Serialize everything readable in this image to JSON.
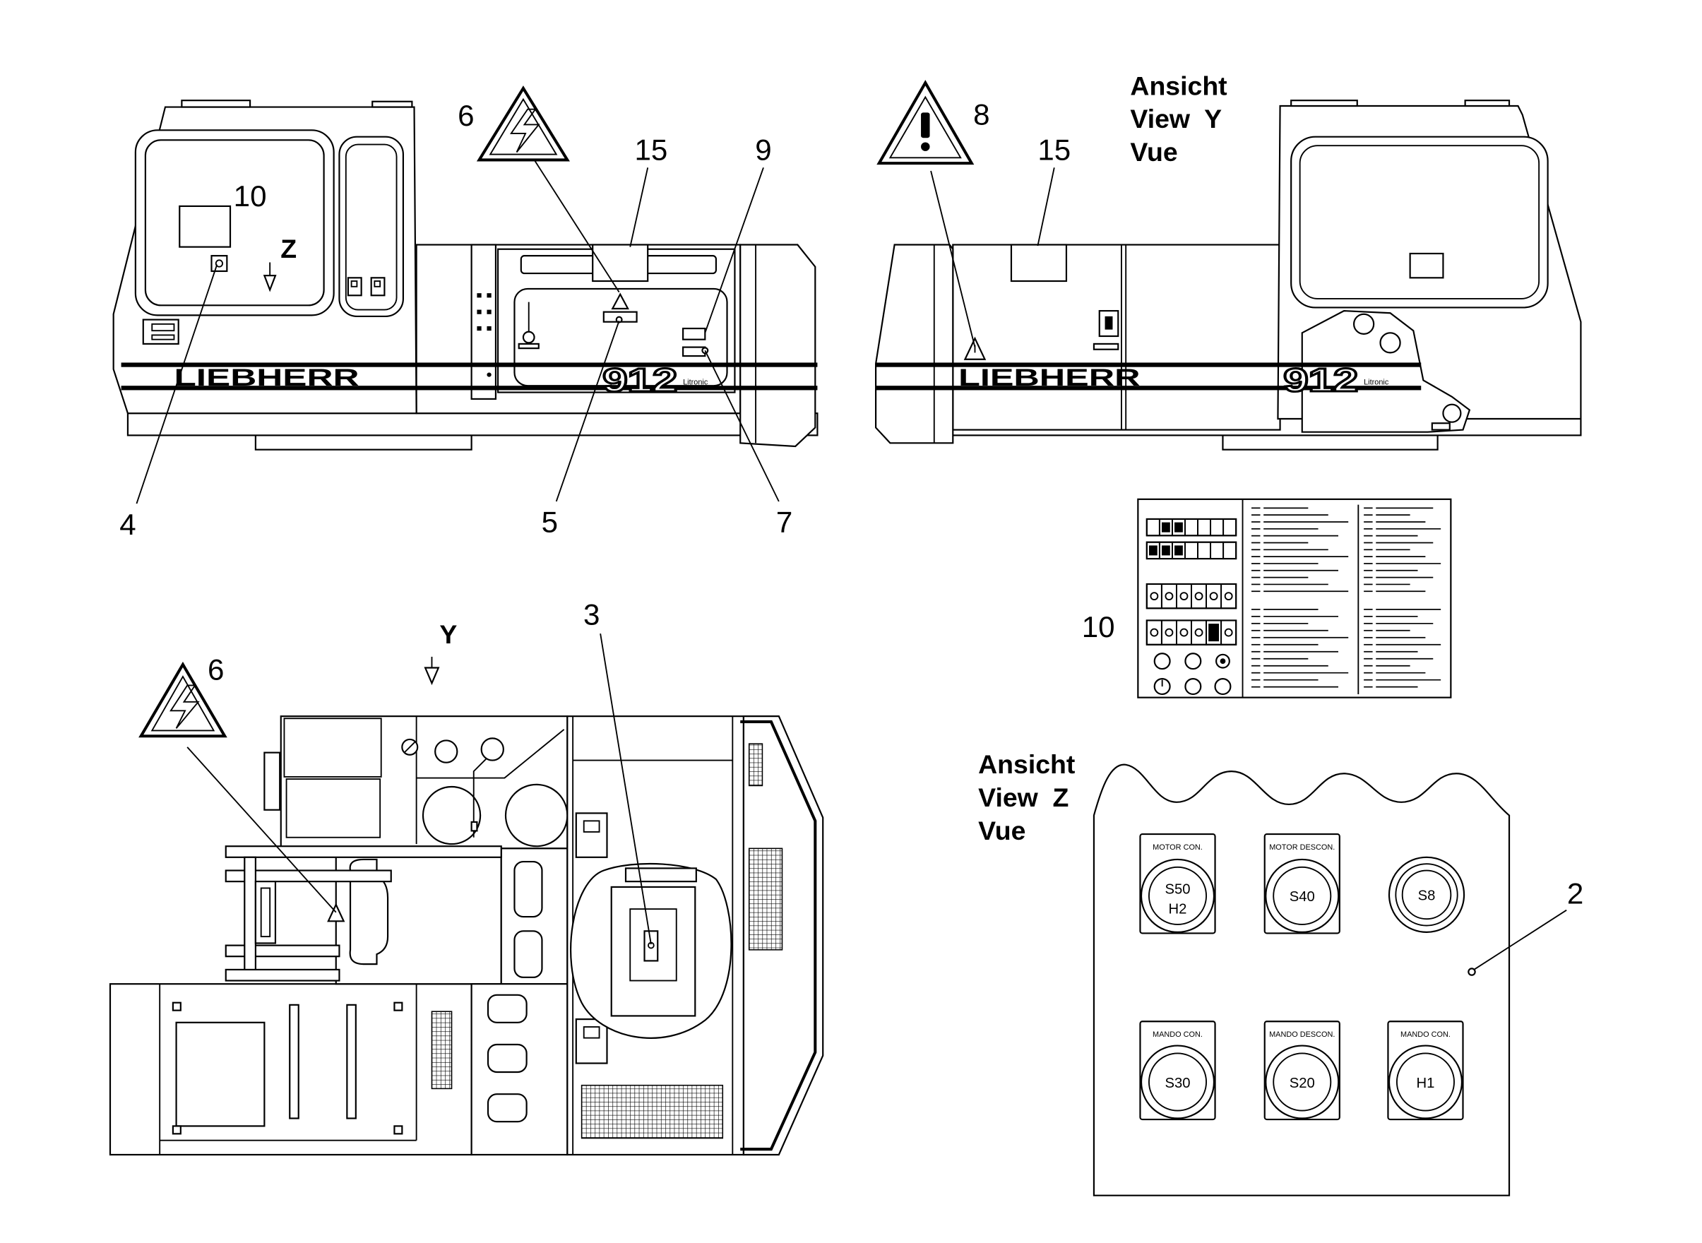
{
  "side_view_left": {
    "warning_electric_callout": "6",
    "label_top_callout": "15",
    "label_right_callout": "9",
    "cab_decal_callout": "10",
    "view_arrow": "Z",
    "cab_switch_callout": "4",
    "panel_label_callout": "5",
    "small_label_callout": "7"
  },
  "side_view_right": {
    "warning_general_callout": "8",
    "label_top_callout": "15",
    "view_title": {
      "line1": "Ansicht",
      "line2": "View  Y",
      "line3": "Vue"
    }
  },
  "branding": {
    "brand": "LIEBHERR",
    "model": "912",
    "series": "Litronic"
  },
  "decal_10": {
    "callout": "10"
  },
  "top_view": {
    "view_arrow": "Y",
    "warning_electric_callout": "6",
    "seat_label_callout": "3"
  },
  "view_z": {
    "view_title": {
      "line1": "Ansicht",
      "line2": "View  Z",
      "line3": "Vue"
    },
    "callout": "2"
  },
  "switch_panel": {
    "buttons": [
      {
        "plate": "MOTOR CON.",
        "code": "S50",
        "code2": "H2"
      },
      {
        "plate": "MOTOR DESCON.",
        "code": "S40"
      },
      {
        "plate": "",
        "code": "S8"
      },
      {
        "plate": "MANDO CON.",
        "code": "S30"
      },
      {
        "plate": "MANDO DESCON.",
        "code": "S20"
      },
      {
        "plate": "MANDO CON.",
        "code": "H1"
      }
    ]
  },
  "colors": {
    "line": "#000000",
    "background": "#ffffff"
  }
}
